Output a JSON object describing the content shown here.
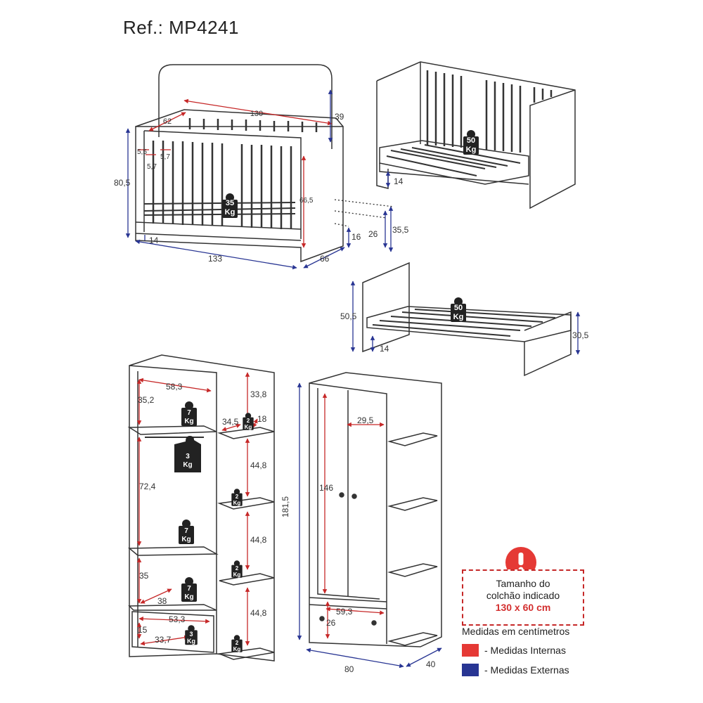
{
  "reference": "Ref.: MP4241",
  "crib": {
    "dims": {
      "inner_width": "130",
      "inner_depth": "62",
      "headboard_height": "39",
      "rail_a": "5,5",
      "rail_b": "5,7",
      "rail_c": "5,7",
      "total_height": "80,5",
      "side_height": "66,5",
      "bottom_gap": "14",
      "total_width": "133",
      "total_depth": "66",
      "level_1": "16",
      "level_2": "26",
      "level_3": "35,5"
    },
    "weight": "35",
    "weight_unit": "Kg"
  },
  "junior_bed": {
    "dims": {
      "leg_height": "14"
    },
    "weight": "50",
    "weight_unit": "Kg"
  },
  "day_bed": {
    "dims": {
      "head_height": "50,5",
      "foot_height": "30,5",
      "leg_height": "14"
    },
    "weight": "50",
    "weight_unit": "Kg"
  },
  "wardrobe_open": {
    "dims": {
      "top_width": "58,3",
      "top_height": "35,2",
      "hanging_height": "72,4",
      "lower_height": "35",
      "lower_depth": "38",
      "drawer_width": "53,3",
      "drawer_height": "15",
      "drawer_depth": "33,7",
      "shelf_h1": "33,8",
      "shelf_depth": "34,5",
      "shelf_width": "18",
      "shelf_h2": "44,8",
      "shelf_h3": "44,8",
      "shelf_h4": "44,8"
    },
    "weights": {
      "top": "7",
      "hanger": "3",
      "middle": "7",
      "lower": "7",
      "drawer": "3",
      "side_1": "2",
      "side_2": "2",
      "side_3": "2",
      "side_4": "2"
    },
    "weight_unit": "Kg"
  },
  "wardrobe_closed": {
    "dims": {
      "door_width": "29,5",
      "door_height": "146",
      "total_height": "181,5",
      "drawer_width": "59,3",
      "drawer_height": "26",
      "total_width": "80",
      "total_depth": "40"
    }
  },
  "notice": {
    "line1": "Tamanho do",
    "line2": "colchão indicado",
    "size": "130 x 60 cm"
  },
  "legend": {
    "title": "Medidas em centímetros",
    "internal": "- Medidas Internas",
    "external": "- Medidas Externas",
    "internal_color": "#e53935",
    "external_color": "#283593"
  }
}
